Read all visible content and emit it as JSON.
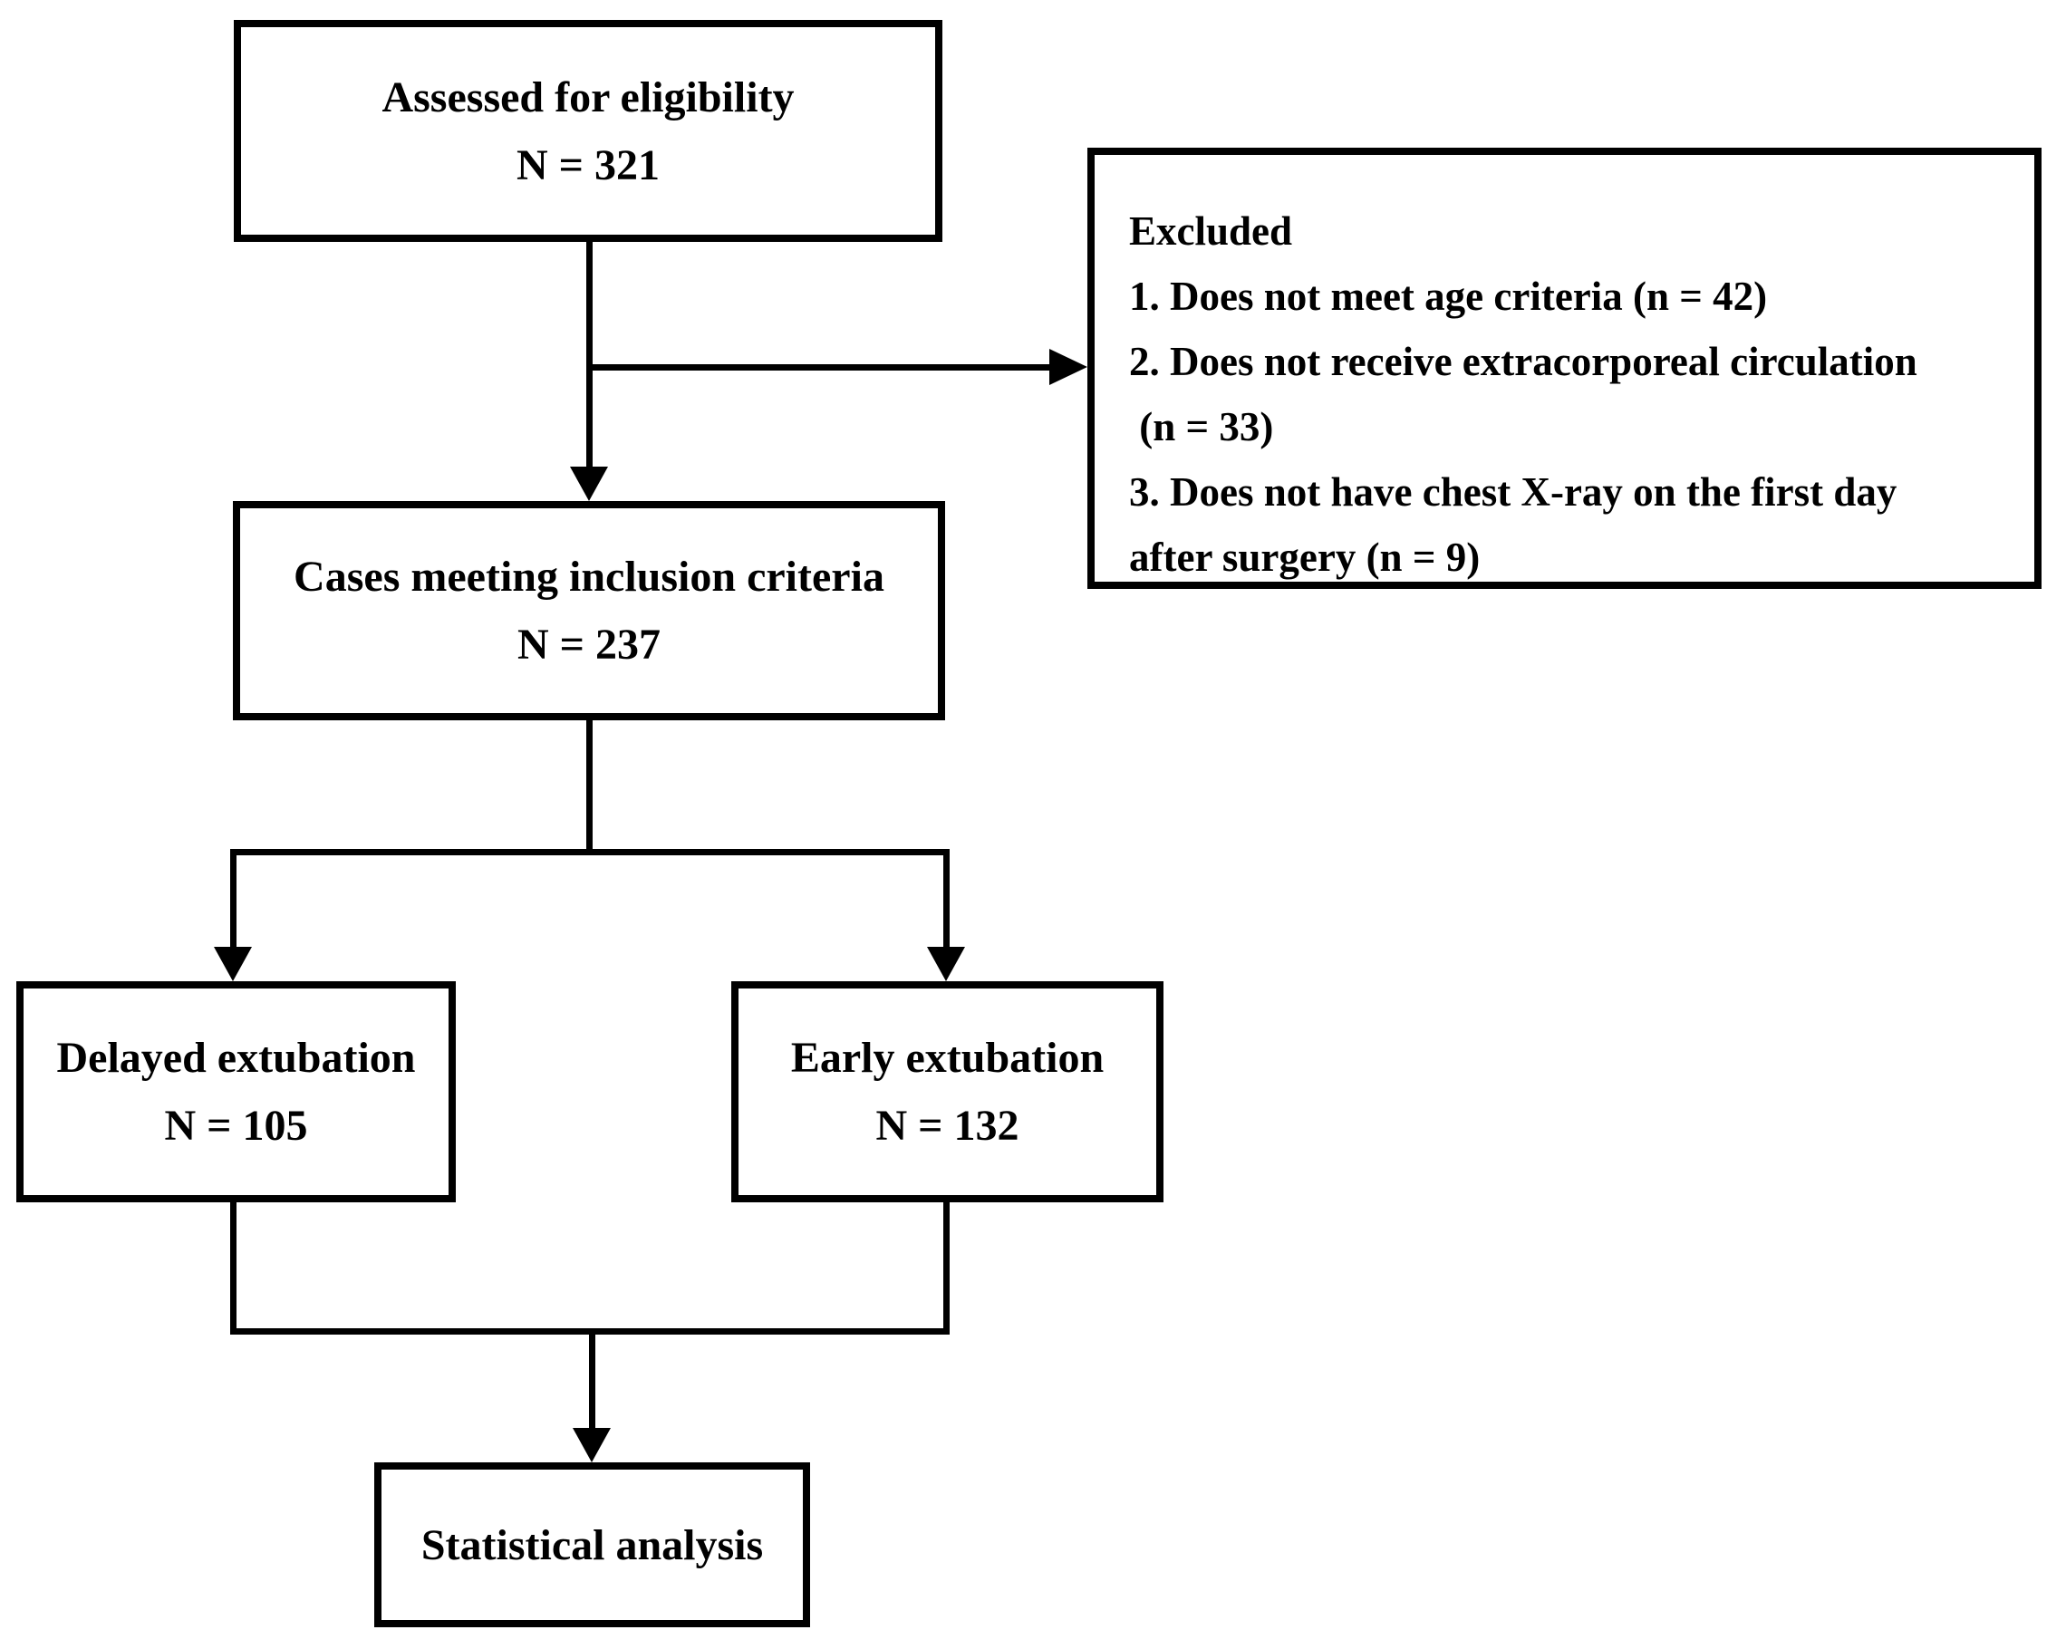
{
  "figure": {
    "type": "consort-flow-diagram",
    "background": "#ffffff",
    "line_color": "#000000",
    "text_color": "#000000",
    "boxes": {
      "assessed": {
        "title": "Assessed for eligibility",
        "count": "N = 321"
      },
      "excluded": {
        "lines": [
          "Excluded",
          "1. Does not meet age criteria (n = 42)",
          "2. Does not receive extracorporeal circulation",
          " (n = 33)",
          "3. Does not have chest X-ray on the first day",
          "after surgery (n = 9)"
        ]
      },
      "inclusion": {
        "title": "Cases meeting inclusion criteria",
        "count": "N = 237"
      },
      "delayed": {
        "title": "Delayed extubation",
        "count": "N = 105"
      },
      "early": {
        "title": "Early extubation",
        "count": "N = 132"
      },
      "statistical": {
        "title": "Statistical analysis"
      }
    }
  }
}
